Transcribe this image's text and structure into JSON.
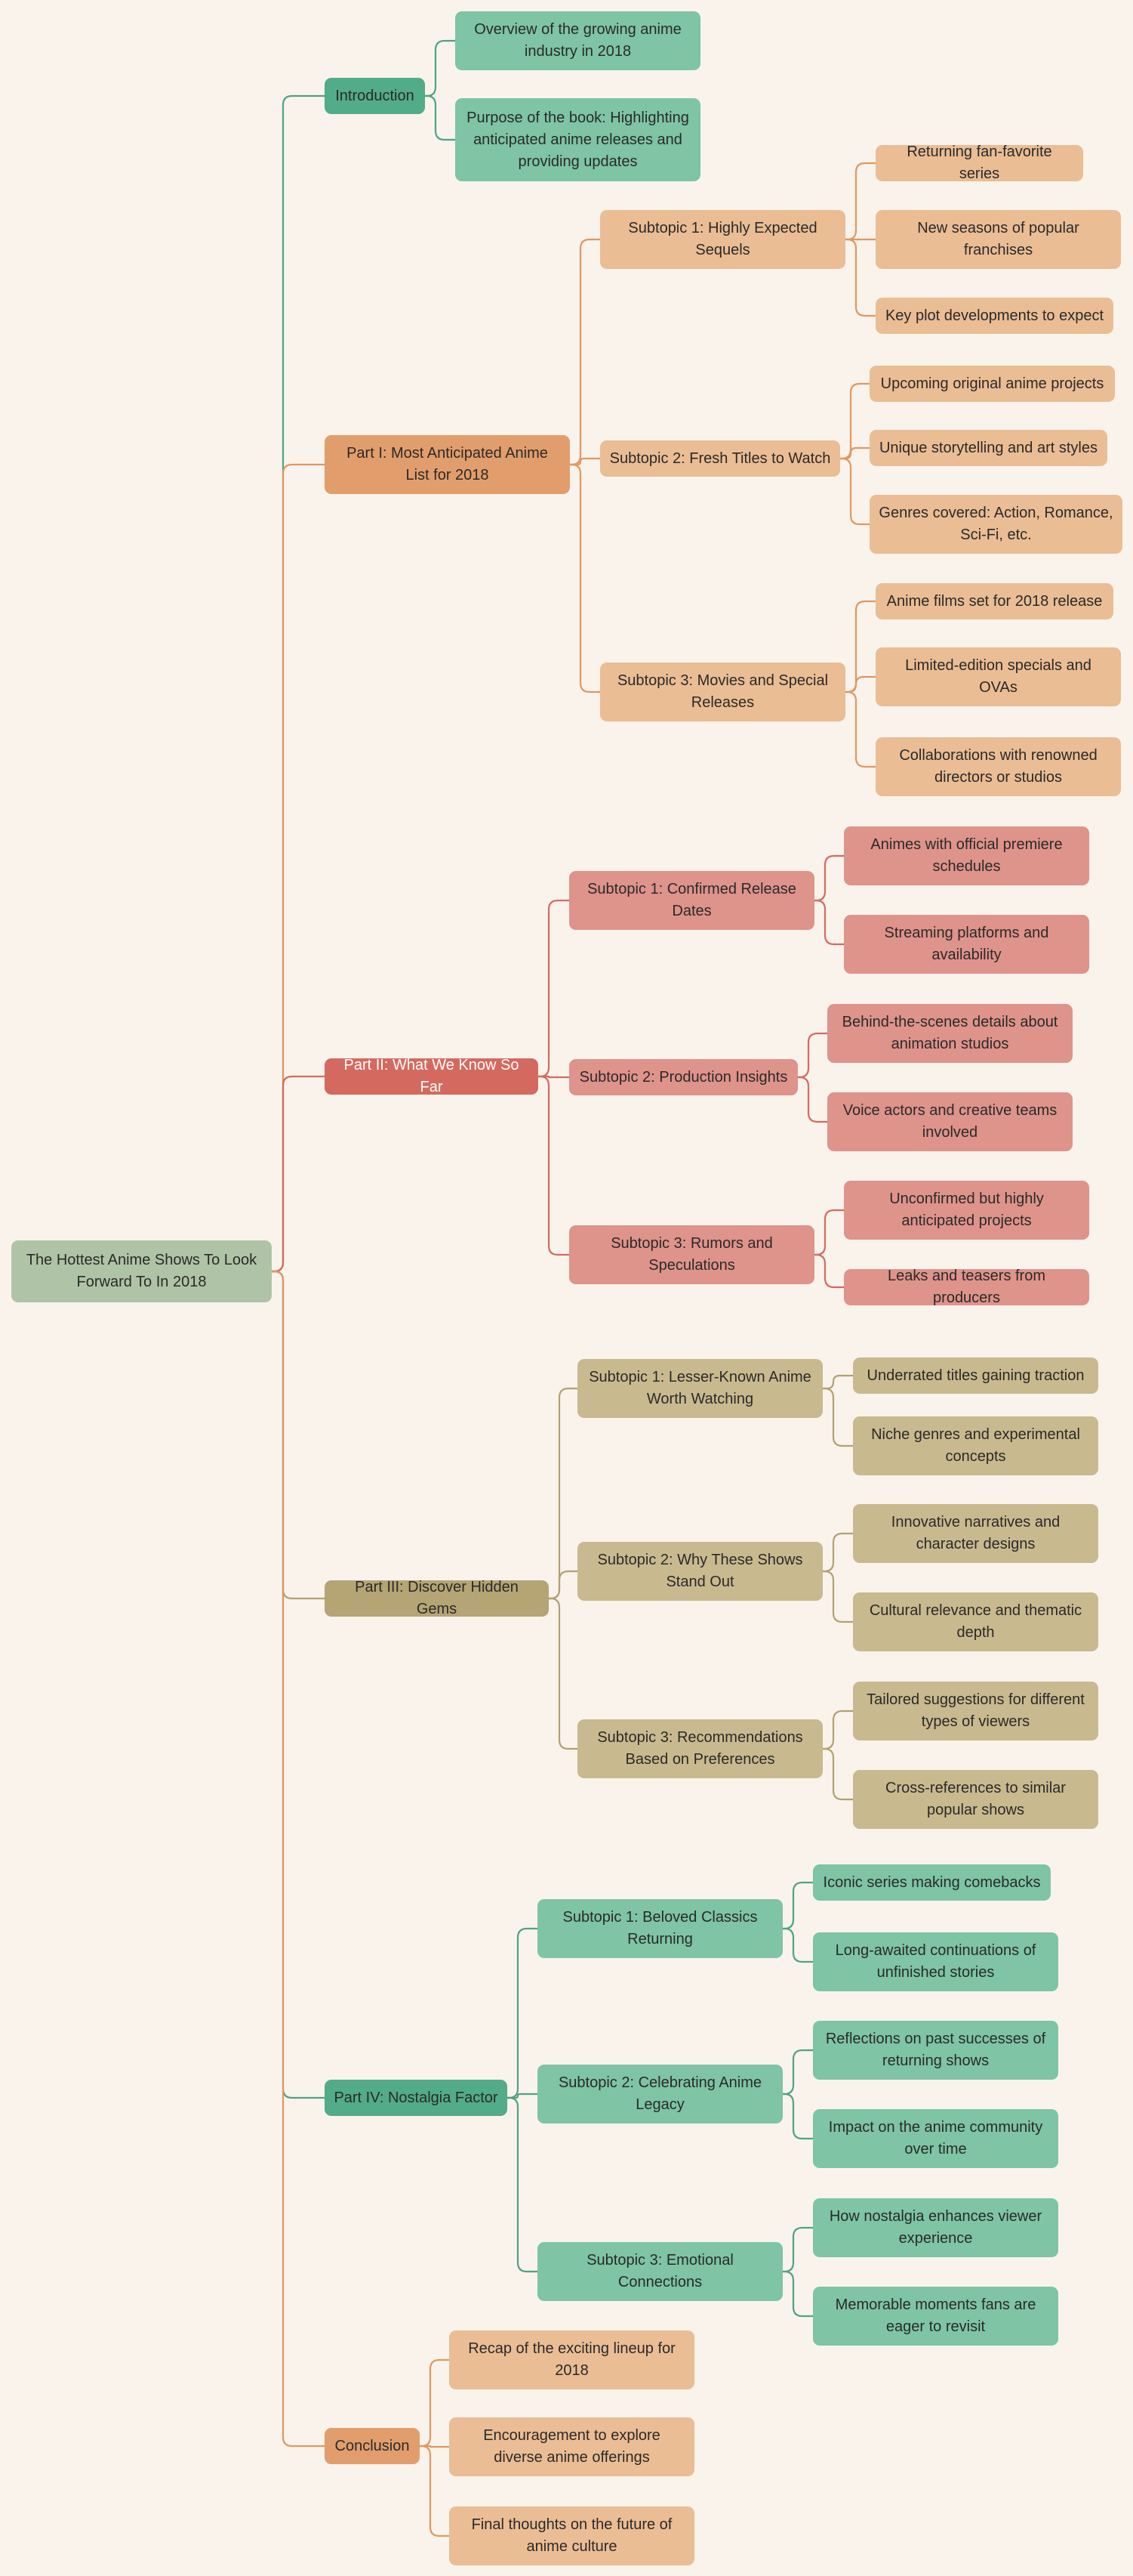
{
  "root": {
    "label": "The Hottest Anime Shows To Look Forward To In 2018"
  },
  "branches": [
    {
      "label": "Introduction",
      "color": "#52ab89",
      "line": "#4ea383",
      "fill": "#7ec4a5",
      "children": [
        {
          "label": "Overview of the growing anime industry in 2018"
        },
        {
          "label": "Purpose of the book: Highlighting anticipated anime releases and providing updates"
        }
      ]
    },
    {
      "label": "Part I: Most Anticipated Anime List for 2018",
      "color": "#e19e6c",
      "line": "#e0985f",
      "fill": "#eabd94",
      "children": [
        {
          "label": "Subtopic 1: Highly Expected Sequels",
          "children": [
            {
              "label": "Returning fan-favorite series"
            },
            {
              "label": "New seasons of popular franchises"
            },
            {
              "label": "Key plot developments to expect"
            }
          ]
        },
        {
          "label": "Subtopic 2: Fresh Titles to Watch",
          "children": [
            {
              "label": "Upcoming original anime projects"
            },
            {
              "label": "Unique storytelling and art styles"
            },
            {
              "label": "Genres covered: Action, Romance, Sci-Fi, etc."
            }
          ]
        },
        {
          "label": "Subtopic 3: Movies and Special Releases",
          "children": [
            {
              "label": "Anime films set for 2018 release"
            },
            {
              "label": "Limited-edition specials and OVAs"
            },
            {
              "label": "Collaborations with renowned directors or studios"
            }
          ]
        }
      ]
    },
    {
      "label": "Part II: What We Know So Far",
      "color": "#d46a5f",
      "line": "#d26c5f",
      "fill": "#de938b",
      "children": [
        {
          "label": "Subtopic 1: Confirmed Release Dates",
          "children": [
            {
              "label": "Animes with official premiere schedules"
            },
            {
              "label": "Streaming platforms and availability"
            }
          ]
        },
        {
          "label": "Subtopic 2: Production Insights",
          "children": [
            {
              "label": "Behind-the-scenes details about animation studios"
            },
            {
              "label": "Voice actors and creative teams involved"
            }
          ]
        },
        {
          "label": "Subtopic 3: Rumors and Speculations",
          "children": [
            {
              "label": "Unconfirmed but highly anticipated projects"
            },
            {
              "label": "Leaks and teasers from producers"
            }
          ]
        }
      ]
    },
    {
      "label": "Part III: Discover Hidden Gems",
      "color": "#b5a474",
      "line": "#b2a170",
      "fill": "#c9b98f",
      "children": [
        {
          "label": "Subtopic 1: Lesser-Known Anime Worth Watching",
          "children": [
            {
              "label": "Underrated titles gaining traction"
            },
            {
              "label": "Niche genres and experimental concepts"
            }
          ]
        },
        {
          "label": "Subtopic 2: Why These Shows Stand Out",
          "children": [
            {
              "label": "Innovative narratives and character designs"
            },
            {
              "label": "Cultural relevance and thematic depth"
            }
          ]
        },
        {
          "label": "Subtopic 3: Recommendations Based on Preferences",
          "children": [
            {
              "label": "Tailored suggestions for different types of viewers"
            },
            {
              "label": "Cross-references to similar popular shows"
            }
          ]
        }
      ]
    },
    {
      "label": "Part IV: Nostalgia Factor",
      "color": "#52ab89",
      "line": "#4ea383",
      "fill": "#7ec4a5",
      "children": [
        {
          "label": "Subtopic 1: Beloved Classics Returning",
          "children": [
            {
              "label": "Iconic series making comebacks"
            },
            {
              "label": "Long-awaited continuations of unfinished stories"
            }
          ]
        },
        {
          "label": "Subtopic 2: Celebrating Anime Legacy",
          "children": [
            {
              "label": "Reflections on past successes of returning shows"
            },
            {
              "label": "Impact on the anime community over time"
            }
          ]
        },
        {
          "label": "Subtopic 3: Emotional Connections",
          "children": [
            {
              "label": "How nostalgia enhances viewer experience"
            },
            {
              "label": "Memorable moments fans are eager to revisit"
            }
          ]
        }
      ]
    },
    {
      "label": "Conclusion",
      "color": "#e19e6c",
      "line": "#e0985f",
      "fill": "#eabd94",
      "children": [
        {
          "label": "Recap of the exciting lineup for 2018"
        },
        {
          "label": "Encouragement to explore diverse anime offerings"
        },
        {
          "label": "Final thoughts on the future of anime culture"
        }
      ]
    }
  ]
}
